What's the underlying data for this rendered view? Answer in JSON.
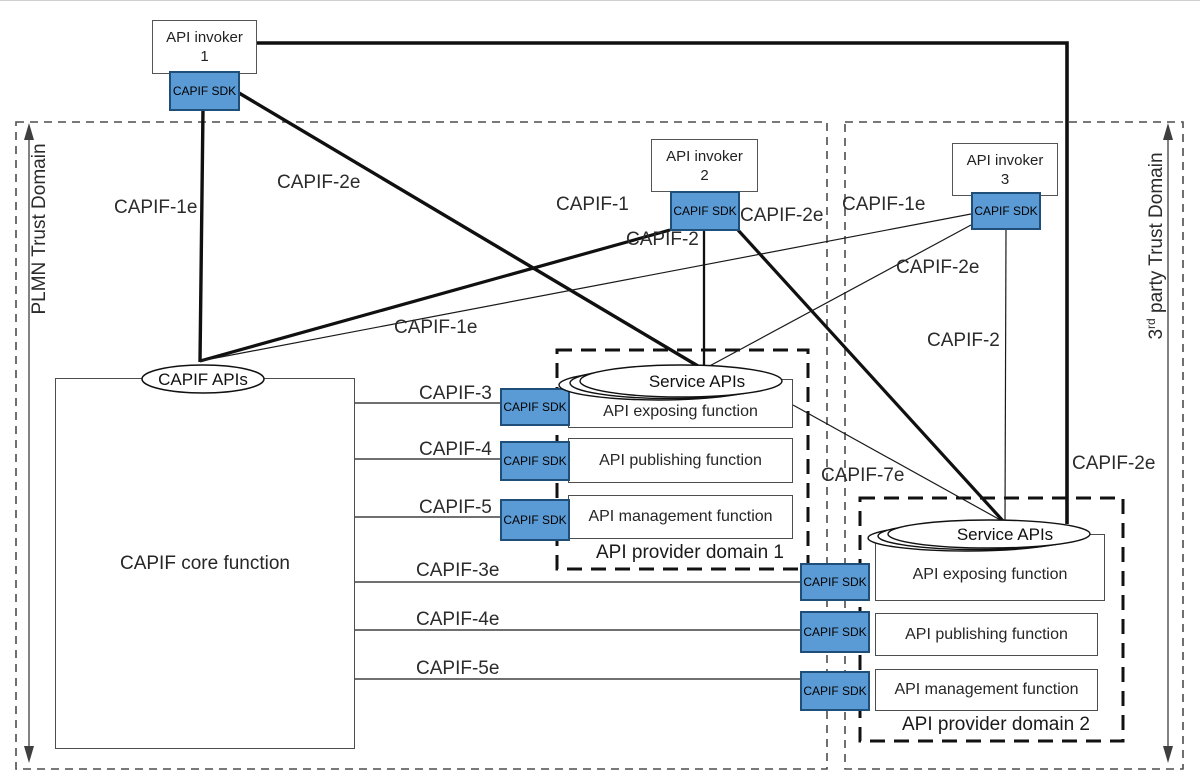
{
  "sdk_label": "CAPIF SDK",
  "trust_domains": {
    "plmn": {
      "label": "PLMN Trust Domain"
    },
    "third_party": {
      "num": "3",
      "sup": "rd",
      "rest": " party Trust Domain"
    }
  },
  "invokers": [
    {
      "title": "API invoker",
      "number": "1"
    },
    {
      "title": "API invoker",
      "number": "2"
    },
    {
      "title": "API invoker",
      "number": "3"
    }
  ],
  "core": {
    "label": "CAPIF core function",
    "apis": "CAPIF APIs"
  },
  "domains": [
    {
      "label": "API provider domain 1",
      "service_apis": "Service APIs",
      "functions": [
        "API exposing function",
        "API publishing function",
        "API management function"
      ]
    },
    {
      "label": "API provider domain 2",
      "service_apis": "Service APIs",
      "functions": [
        "API exposing function",
        "API publishing function",
        "API management function"
      ]
    }
  ],
  "edge_labels": {
    "capif1e_inv1": "CAPIF-1e",
    "capif2e_inv1": "CAPIF-2e",
    "capif1": "CAPIF-1",
    "capif2_inv2": "CAPIF-2",
    "capif2e_inv2": "CAPIF-2e",
    "capif1e_inv3": "CAPIF-1e",
    "capif2e_inv3": "CAPIF-2e",
    "capif2_inv3": "CAPIF-2",
    "capif1e_mid": "CAPIF-1e",
    "capif2e_right": "CAPIF-2e",
    "capif7e": "CAPIF-7e",
    "capif3": "CAPIF-3",
    "capif4": "CAPIF-4",
    "capif5": "CAPIF-5",
    "capif3e": "CAPIF-3e",
    "capif4e": "CAPIF-4e",
    "capif5e": "CAPIF-5e"
  }
}
